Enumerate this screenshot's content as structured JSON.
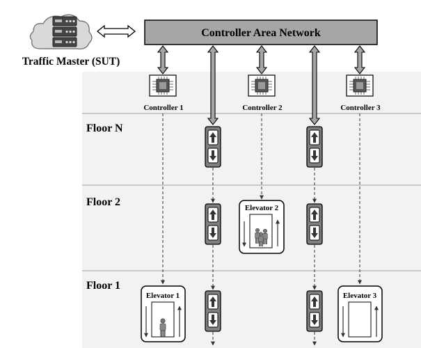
{
  "network": {
    "label": "Controller Area Network"
  },
  "traffic_master": {
    "label": "Traffic Master (SUT)",
    "icon": "server-cloud-icon"
  },
  "controllers": [
    {
      "label": "Controller 1",
      "icon": "circuit-chip-icon"
    },
    {
      "label": "Controller 2",
      "icon": "circuit-chip-icon"
    },
    {
      "label": "Controller 3",
      "icon": "circuit-chip-icon"
    }
  ],
  "floors": [
    {
      "label": "Floor N"
    },
    {
      "label": "Floor 2"
    },
    {
      "label": "Floor 1"
    }
  ],
  "elevators": [
    {
      "label": "Elevator 1",
      "occupancy": "one-person"
    },
    {
      "label": "Elevator 2",
      "occupancy": "group"
    },
    {
      "label": "Elevator 3",
      "occupancy": "empty"
    }
  ],
  "call_panel": {
    "icon_up": "up-arrow-icon",
    "icon_down": "down-arrow-icon"
  },
  "colors": {
    "network_bar": "#a6a6a6",
    "floor_band": "#f2f2f2",
    "arrow_fill": "#a6a6a6",
    "panel_fill": "#808080",
    "panel_dark": "#333333"
  }
}
